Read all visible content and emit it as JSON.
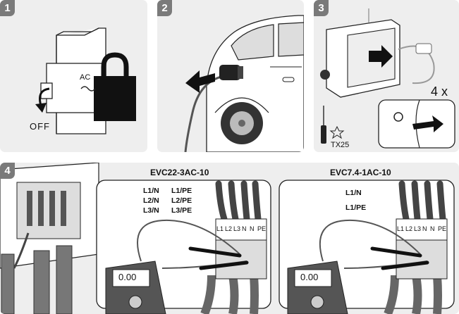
{
  "steps": {
    "s1": {
      "number": "1",
      "label_ac": "AC",
      "label_off": "OFF"
    },
    "s2": {
      "number": "2"
    },
    "s3": {
      "number": "3",
      "screw_count": "4 x",
      "tool": "TX25"
    },
    "s4": {
      "number": "4",
      "left": {
        "title": "EVC22-3AC-10",
        "pairs_col1": [
          "L1/N",
          "L2/N",
          "L3/N"
        ],
        "pairs_col2": [
          "L1/PE",
          "L2/PE",
          "L3/PE"
        ],
        "terminals": [
          "L1",
          "L2",
          "L3",
          "N",
          "N",
          "PE"
        ],
        "meter_reading": "0.00"
      },
      "right": {
        "title": "EVC7.4-1AC-10",
        "pairs": [
          "L1/N",
          "L1/PE"
        ],
        "terminals": [
          "L1",
          "L2",
          "L3",
          "N",
          "N",
          "PE"
        ],
        "meter_reading": "0.00"
      }
    }
  },
  "colors": {
    "panel_bg": "#eeeeee",
    "badge_bg": "#7a7a7a",
    "ink": "#1a1a1a"
  }
}
